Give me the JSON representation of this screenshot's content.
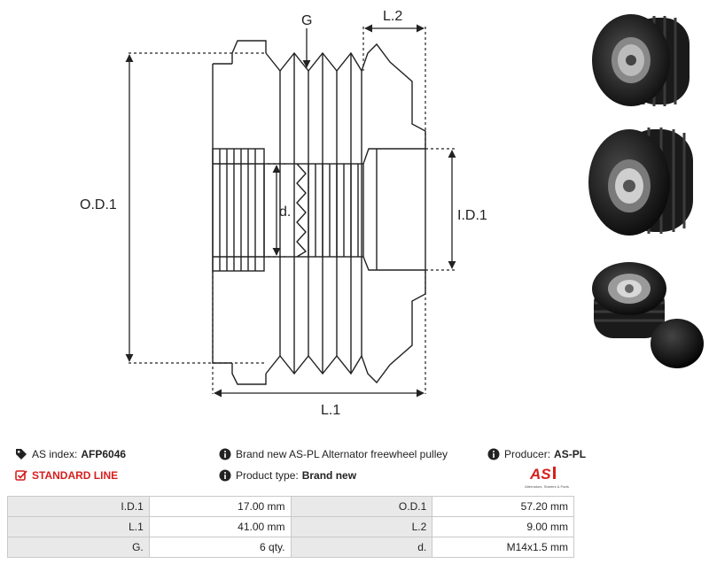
{
  "drawing": {
    "labels": {
      "g": "G",
      "l2": "L.2",
      "od1": "O.D.1",
      "id1": "I.D.1",
      "d": "d.",
      "l1": "L.1"
    }
  },
  "photos": [
    {
      "name": "pulley-photo-side"
    },
    {
      "name": "pulley-photo-front"
    },
    {
      "name": "pulley-photo-with-cap"
    }
  ],
  "info": {
    "as_index_label": "AS index:",
    "as_index_value": "AFP6046",
    "description": "Brand new AS-PL Alternator freewheel pulley",
    "producer_label": "Producer:",
    "producer_value": "AS-PL",
    "line_label": "STANDARD LINE",
    "product_type_label": "Product type:",
    "product_type_value": "Brand new"
  },
  "logo": {
    "mark": "AS",
    "tagline": "Alternators, Starters & Parts"
  },
  "specs": [
    {
      "l1": "I.D.1",
      "v1": "17.00 mm",
      "l2": "O.D.1",
      "v2": "57.20 mm"
    },
    {
      "l1": "L.1",
      "v1": "41.00 mm",
      "l2": "L.2",
      "v2": "9.00 mm"
    },
    {
      "l1": "G.",
      "v1": "6 qty.",
      "l2": "d.",
      "v2": "M14x1.5 mm"
    }
  ],
  "colors": {
    "accent": "#d6201f",
    "table_label_bg": "#e9e9e9",
    "table_border": "#c9c9c9"
  }
}
